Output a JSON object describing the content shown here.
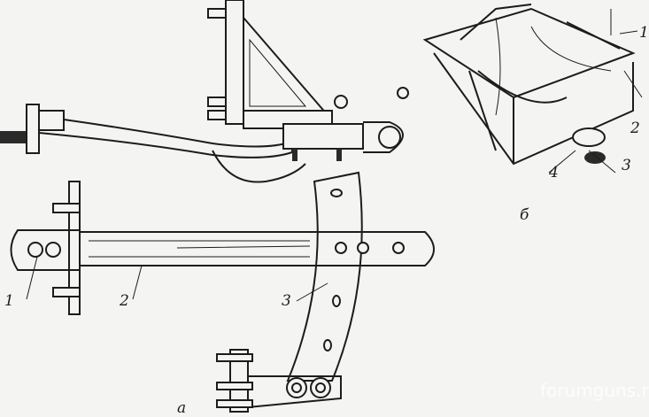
{
  "figure": {
    "view_a_label": "а",
    "view_b_label": "б",
    "view_a_callouts": [
      "1",
      "2",
      "3"
    ],
    "view_b_callouts": [
      "1",
      "2",
      "3",
      "4"
    ],
    "watermark": "forumguns.ru"
  },
  "colors": {
    "ink": "#1c1c1c",
    "paper": "#f4f4f2"
  }
}
